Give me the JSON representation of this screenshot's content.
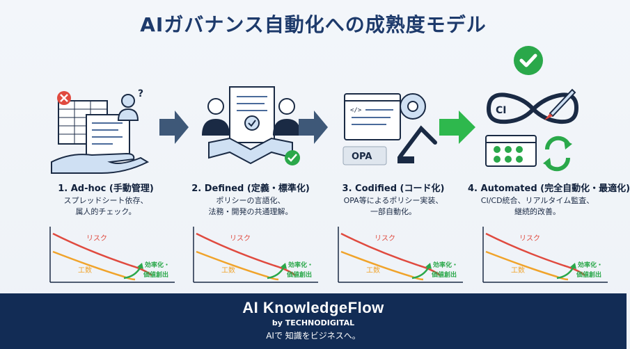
{
  "title": "AIガバナンス自動化への成熟度モデル",
  "stages": [
    {
      "title": "1. Ad-hoc (手動管理)",
      "desc1": "スプレッドシート依存、",
      "desc2": "属人的チェック。"
    },
    {
      "title": "2. Defined (定義・標準化)",
      "desc1": "ポリシーの言語化、",
      "desc2": "法務・開発の共通理解。"
    },
    {
      "title": "3. Codified (コード化)",
      "desc1": "OPA等によるポリシー実装、",
      "desc2": "一部自動化。"
    },
    {
      "title": "4. Automated (完全自動化・最適化)",
      "desc1": "CI/CD統合、リアルタイム監査、",
      "desc2": "継続的改善。"
    }
  ],
  "icon_labels": {
    "opa": "OPA",
    "ci": "CI"
  },
  "chart_labels": {
    "risk": "リスク",
    "effort": "工数",
    "benefit1": "効率化・",
    "benefit2": "価値創出"
  },
  "colors": {
    "risk": "#e04a3f",
    "effort": "#f0a32a",
    "benefit": "#2aa84a",
    "arrow_dark": "#3e5878",
    "arrow_green": "#2eb84d",
    "footer": "#122c55"
  },
  "footer": {
    "brand": "AI KnowledgeFlow",
    "by": "by TECHNODIGITAL",
    "tagline": "AIで 知識をビジネスへ。"
  }
}
